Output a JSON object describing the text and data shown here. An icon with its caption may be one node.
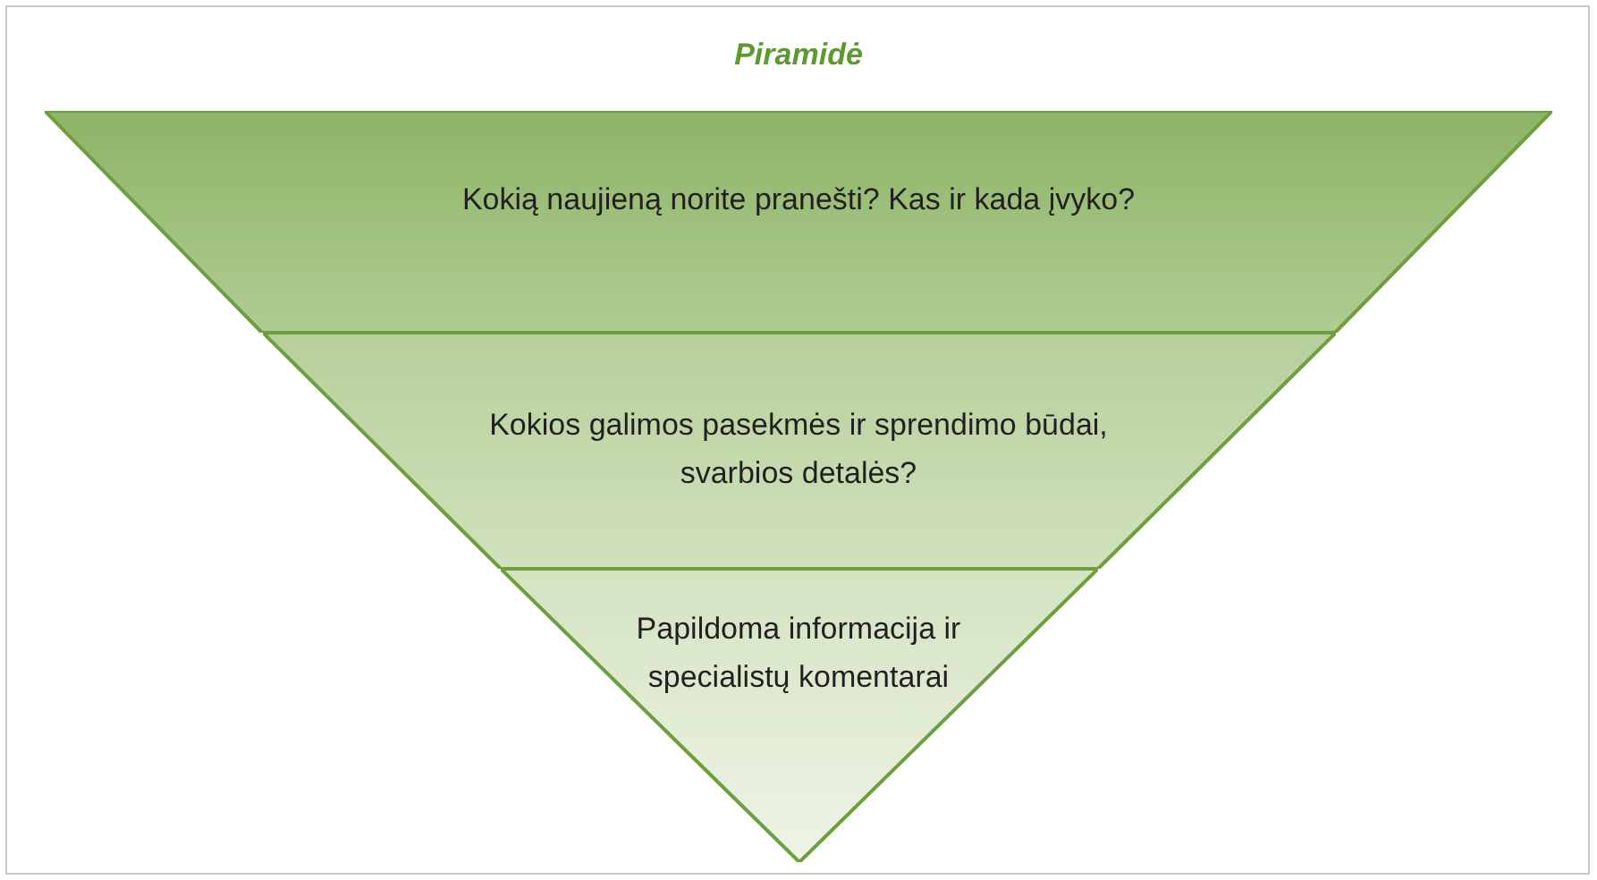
{
  "diagram": {
    "title": "Piramidė",
    "nodes": [
      {
        "text": [
          "Kokią naujieną norite pranešti? Kas ir kada įvyko?"
        ]
      },
      {
        "text": [
          "Kokios galimos pasekmės ir sprendimo būdai, svarbios detalės?"
        ]
      },
      {
        "text": [
          "Papildoma informacija ir specialistų komentarai"
        ]
      }
    ]
  }
}
